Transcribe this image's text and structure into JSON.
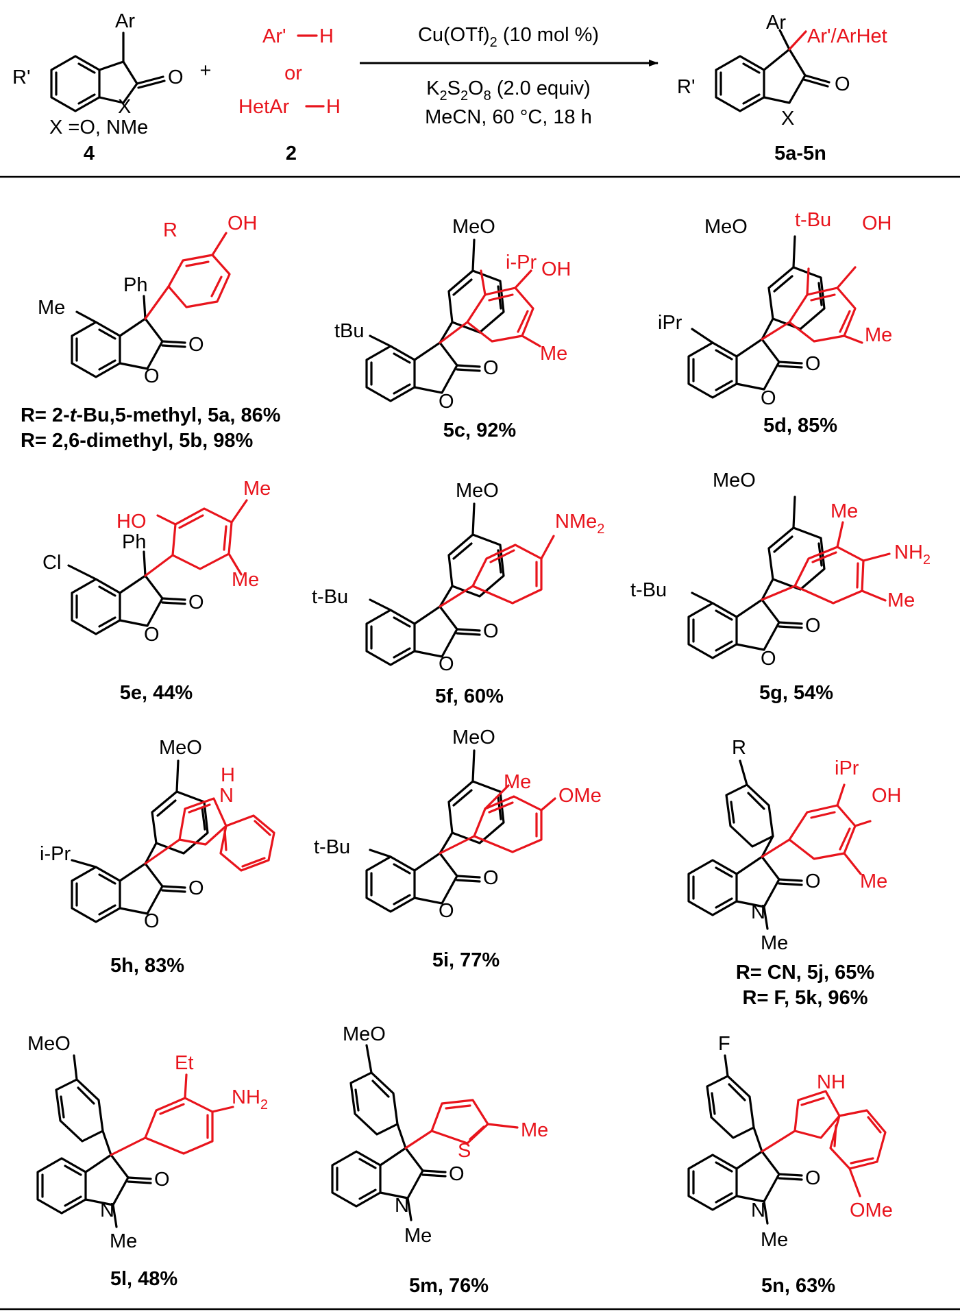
{
  "header": {
    "substrate": {
      "ar": "Ar",
      "rprime": "R'",
      "o": "O",
      "x": "X",
      "x_def": "X =O, NMe",
      "id": "4"
    },
    "plus": "+",
    "reagent": {
      "line1": "Ar'",
      "h1": "H",
      "or": "or",
      "line3": "HetAr",
      "h3": "H",
      "id": "2"
    },
    "conditions": {
      "line1": "Cu(OTf)",
      "line1_sub": "2",
      "line1_end": " (10 mol %)",
      "line2_a": "K",
      "line2_sub1": "2",
      "line2_b": "S",
      "line2_sub2": "2",
      "line2_c": "O",
      "line2_sub3": "8",
      "line2_end": " (2.0 equiv)",
      "line3": "MeCN, 60 °C, 18 h"
    },
    "product": {
      "ar": "Ar",
      "arhet": "Ar'/ArHet",
      "rprime": "R'",
      "o": "O",
      "x": "X",
      "id": "5a-5n"
    }
  },
  "compounds": [
    {
      "key": "5a",
      "labels": {
        "Me": "Me",
        "Ph": "Ph",
        "R": "R",
        "OH": "OH",
        "O1": "O",
        "O2": "O"
      },
      "caption1_pre": "R= 2-",
      "caption1_it": "t",
      "caption1_post": "-Bu,5-methyl, 5a, 86%",
      "caption2": "R= 2,6-dimethyl, 5b, 98%"
    },
    {
      "key": "5c",
      "labels": {
        "MeO": "MeO",
        "iPr": "i-Pr",
        "OH": "OH",
        "tBu": "tBu",
        "Me": "Me",
        "O1": "O",
        "O2": "O"
      },
      "caption": "5c, 92%"
    },
    {
      "key": "5d",
      "labels": {
        "MeO": "MeO",
        "tBu": "t-Bu",
        "OH": "OH",
        "iPr": "iPr",
        "Me": "Me",
        "O1": "O",
        "O2": "O"
      },
      "caption": "5d, 85%"
    },
    {
      "key": "5e",
      "labels": {
        "HO": "HO",
        "Me1": "Me",
        "Me2": "Me",
        "Cl": "Cl",
        "Ph": "Ph",
        "O1": "O",
        "O2": "O"
      },
      "caption": "5e, 44%"
    },
    {
      "key": "5f",
      "labels": {
        "MeO": "MeO",
        "NMe": "NMe",
        "NMe_sub": "2",
        "tBu": "t-Bu",
        "O1": "O",
        "O2": "O"
      },
      "caption": "5f, 60%"
    },
    {
      "key": "5g",
      "labels": {
        "MeO": "MeO",
        "Me1": "Me",
        "NH": "NH",
        "NH_sub": "2",
        "Me2": "Me",
        "tBu": "t-Bu",
        "O1": "O",
        "O2": "O"
      },
      "caption": "5g, 54%"
    },
    {
      "key": "5h",
      "labels": {
        "MeO": "MeO",
        "H": "H",
        "N": "N",
        "iPr": "i-Pr",
        "O1": "O",
        "O2": "O"
      },
      "caption": "5h, 83%"
    },
    {
      "key": "5i",
      "labels": {
        "MeO": "MeO",
        "Me": "Me",
        "OMe": "OMe",
        "tBu": "t-Bu",
        "O1": "O",
        "O2": "O"
      },
      "caption": "5i, 77%"
    },
    {
      "key": "5j",
      "labels": {
        "R": "R",
        "iPr": "iPr",
        "OH": "OH",
        "Me": "Me",
        "O": "O",
        "N": "N",
        "NMe": "Me"
      },
      "caption1": "R= CN, 5j, 65%",
      "caption2": "R= F, 5k, 96%"
    },
    {
      "key": "5l",
      "labels": {
        "MeO": "MeO",
        "Et": "Et",
        "NH": "NH",
        "NH_sub": "2",
        "O": "O",
        "N": "N",
        "NMe": "Me"
      },
      "caption": "5l, 48%"
    },
    {
      "key": "5m",
      "labels": {
        "MeO": "MeO",
        "S": "S",
        "Me": "Me",
        "O": "O",
        "N": "N",
        "NMe": "Me"
      },
      "caption": "5m, 76%"
    },
    {
      "key": "5n",
      "labels": {
        "F": "F",
        "NH": "NH",
        "OMe": "OMe",
        "O": "O",
        "N": "N",
        "NMe": "Me"
      },
      "caption": "5n, 63%"
    }
  ]
}
